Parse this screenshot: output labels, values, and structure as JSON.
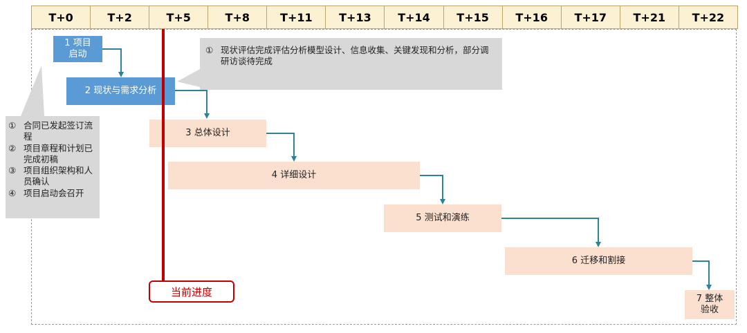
{
  "timeline": [
    "T+0",
    "T+2",
    "T+5",
    "T+8",
    "T+11",
    "T+13",
    "T+14",
    "T+15",
    "T+16",
    "T+17",
    "T+21",
    "T+22"
  ],
  "tasks": [
    {
      "label": "1 项目\n启动"
    },
    {
      "label": "2 现状与需求分析"
    },
    {
      "label": "3 总体设计"
    },
    {
      "label": "4 详细设计"
    },
    {
      "label": "5 测试和演练"
    },
    {
      "label": "6 迁移和割接"
    },
    {
      "label": "7 整体\n验收"
    }
  ],
  "notes": {
    "left": [
      {
        "mark": "①",
        "text": "合同已发起签订流程"
      },
      {
        "mark": "②",
        "text": "项目章程和计划已完成初稿"
      },
      {
        "mark": "③",
        "text": "项目组织架构和人员确认"
      },
      {
        "mark": "④",
        "text": "项目启动会召开"
      }
    ],
    "top": {
      "mark": "①",
      "text": "现状评估完成评估分析模型设计、信息收集、关键发现和分析，部分调研访谈待完成"
    }
  },
  "current_progress": {
    "label": "当前进度"
  },
  "colors": {
    "blue": "#5b9bd5",
    "peach": "#fbe0cf",
    "current": "#c00000",
    "arrow": "#2e8296",
    "note": "#d8d8d8",
    "header": "#fdf1d3"
  }
}
